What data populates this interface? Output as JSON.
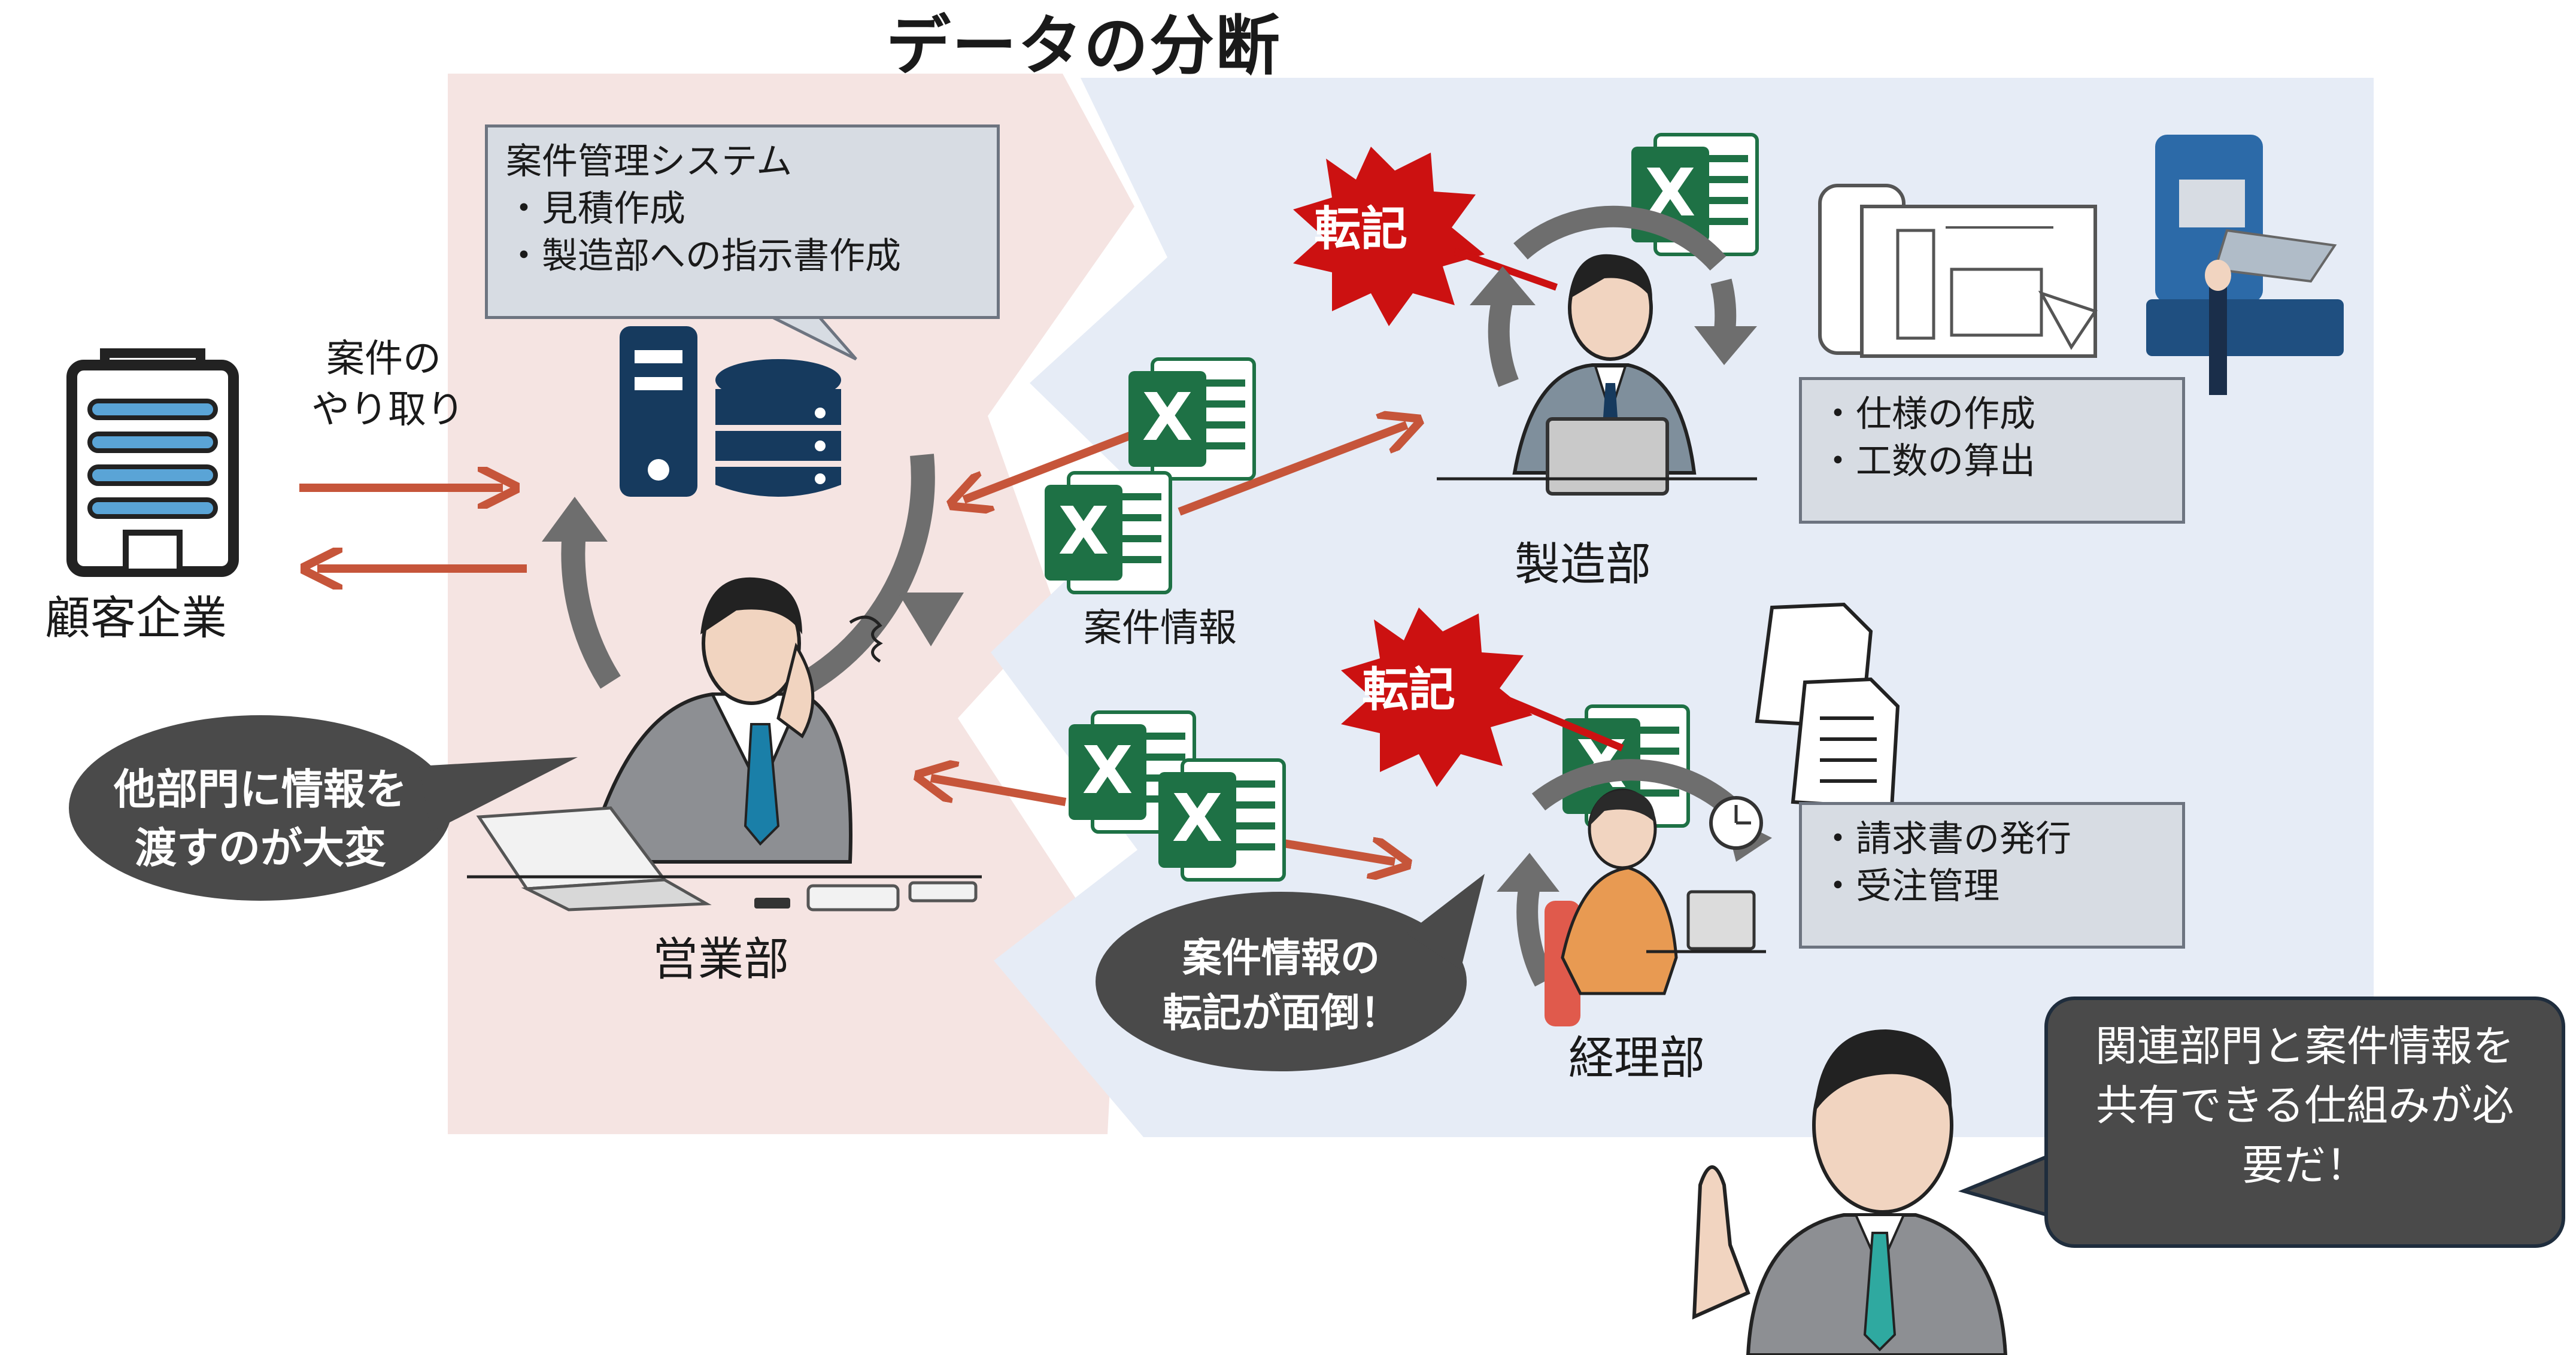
{
  "title": "データの分断",
  "customer": {
    "label": "顧客企業"
  },
  "exchange": {
    "line1": "案件の",
    "line2": "やり取り"
  },
  "system_box": {
    "title": "案件管理システム",
    "items": [
      "・見積作成",
      "・製造部への指示書作成"
    ]
  },
  "sales": {
    "label": "営業部",
    "bubble_line1": "他部門に情報を",
    "bubble_line2": "渡すのが大変"
  },
  "case_info": {
    "label": "案件情報"
  },
  "tenki": {
    "top": "転記",
    "bottom": "転記"
  },
  "manufacturing": {
    "label": "製造部",
    "items": [
      "・仕様の作成",
      "・工数の算出"
    ]
  },
  "accounting": {
    "label": "経理部",
    "items": [
      "・請求書の発行",
      "・受注管理"
    ]
  },
  "transfer_bubble": {
    "line1": "案件情報の",
    "line2": "転記が面倒！"
  },
  "manager_bubble": {
    "line1": "関連部門と案件情報を",
    "line2": "共有できる仕組みが必",
    "line3": "要だ！"
  },
  "excel_icon_letter": "X",
  "colors": {
    "pink_zone": "#f5e4e2",
    "blue_zone": "#e6ecf6",
    "arrow_red": "#c6553a",
    "cycle_gray": "#6e6e6e",
    "excel_green": "#1e7145",
    "navy": "#163a5e",
    "burst_red": "#cc1111",
    "bubble_dark": "#4a4a4a"
  }
}
